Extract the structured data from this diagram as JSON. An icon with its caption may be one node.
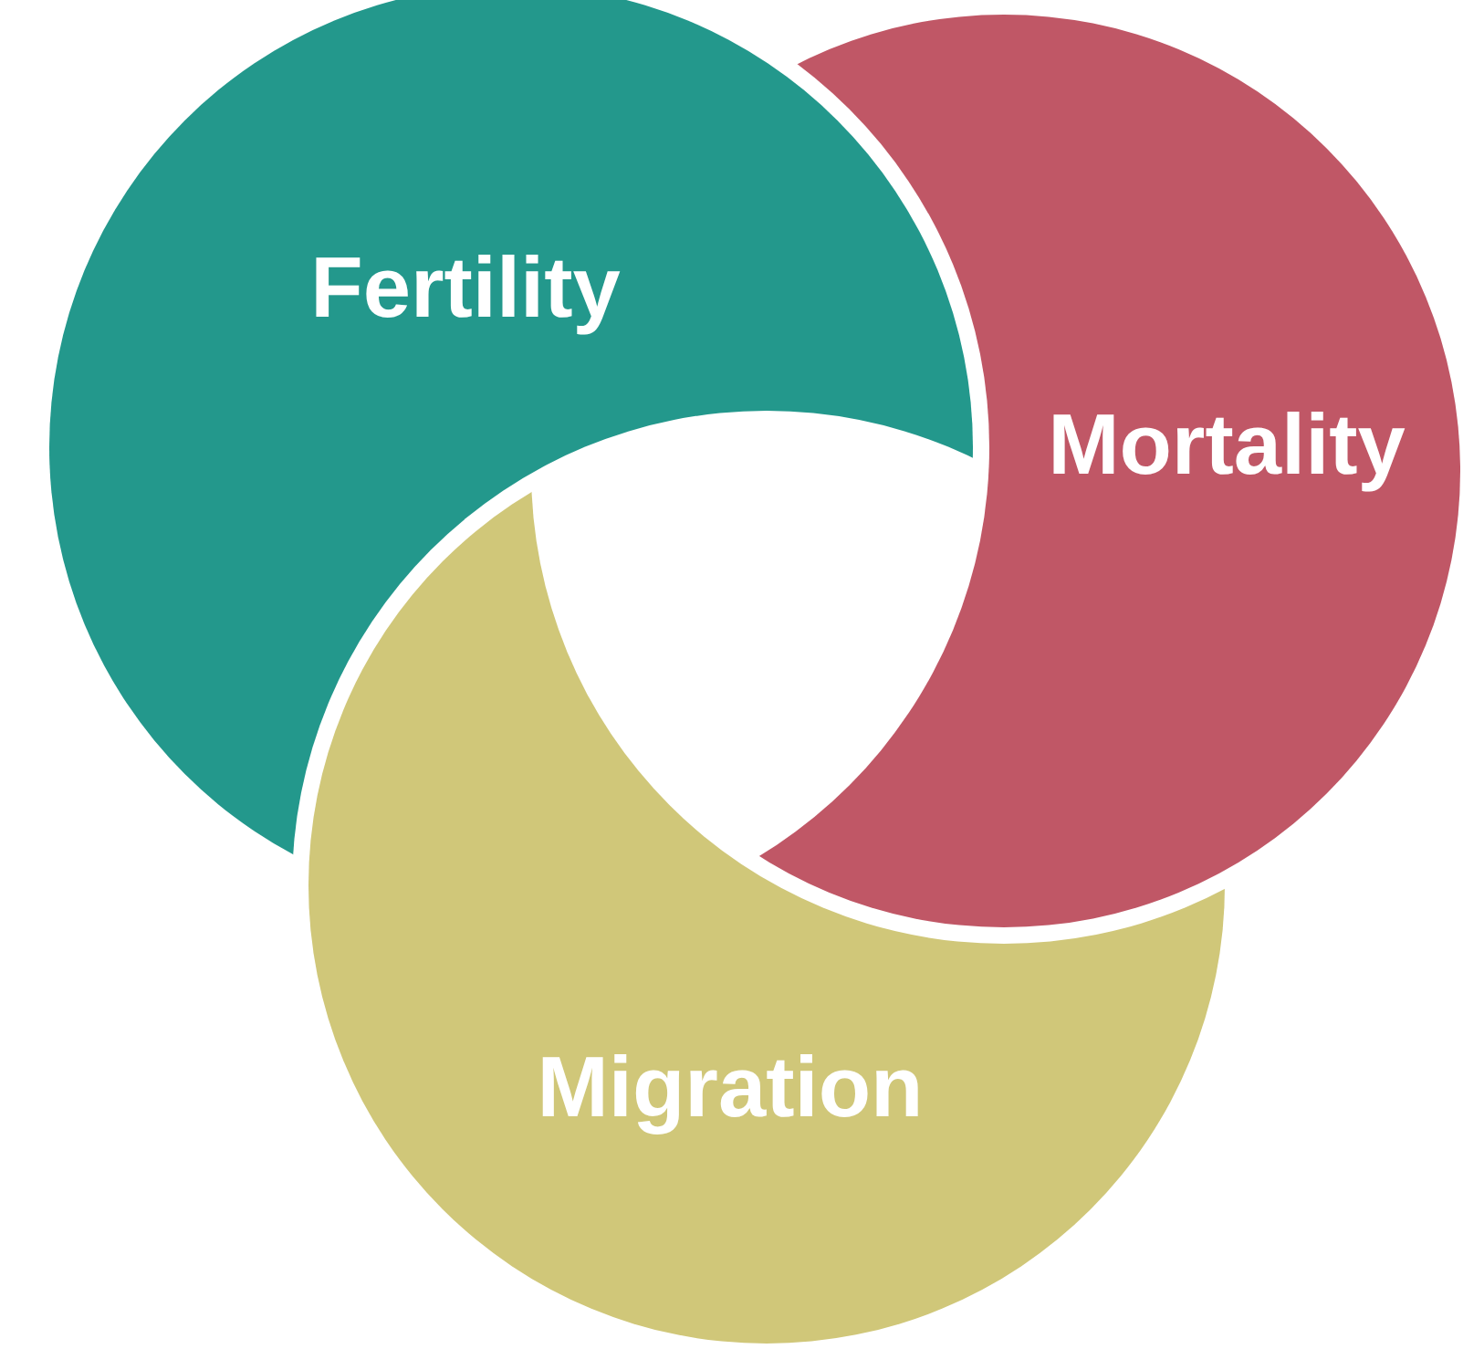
{
  "diagram": {
    "nodes": [
      {
        "text": [
          "Fertility"
        ]
      },
      {
        "text": [
          "Mortality"
        ]
      },
      {
        "text": [
          "Migration"
        ]
      }
    ]
  }
}
